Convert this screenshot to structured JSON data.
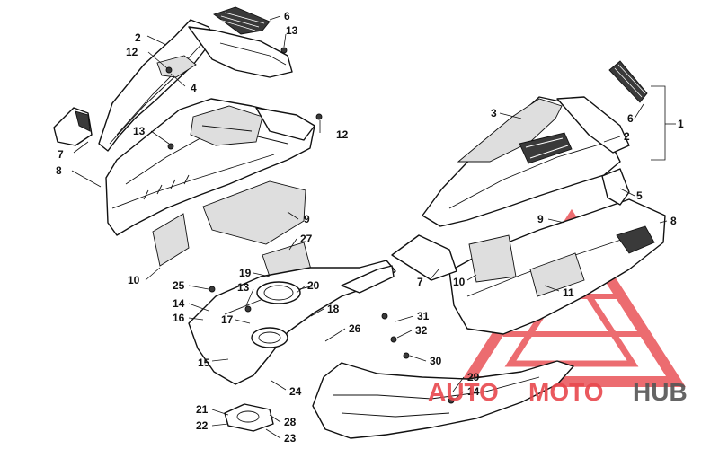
{
  "diagram": {
    "callouts": [
      "1",
      "2",
      "3",
      "4",
      "5",
      "6",
      "7",
      "8",
      "9",
      "10",
      "11",
      "12",
      "13",
      "14",
      "15",
      "16",
      "17",
      "18",
      "19",
      "20",
      "21",
      "22",
      "23",
      "24",
      "25",
      "26",
      "27",
      "28",
      "29",
      "30",
      "31",
      "32"
    ],
    "labels": [
      {
        "id": "l6a",
        "text": "6"
      },
      {
        "id": "l13a",
        "text": "13"
      },
      {
        "id": "l2a",
        "text": "2"
      },
      {
        "id": "l12a",
        "text": "12"
      },
      {
        "id": "l4",
        "text": "4"
      },
      {
        "id": "l13b",
        "text": "13"
      },
      {
        "id": "l12b",
        "text": "12"
      },
      {
        "id": "l7a",
        "text": "7"
      },
      {
        "id": "l8a",
        "text": "8"
      },
      {
        "id": "l9a",
        "text": "9"
      },
      {
        "id": "l27",
        "text": "27"
      },
      {
        "id": "l10a",
        "text": "10"
      },
      {
        "id": "l25",
        "text": "25"
      },
      {
        "id": "l19",
        "text": "19"
      },
      {
        "id": "l13c",
        "text": "13"
      },
      {
        "id": "l20",
        "text": "20"
      },
      {
        "id": "l14a",
        "text": "14"
      },
      {
        "id": "l16",
        "text": "16"
      },
      {
        "id": "l17",
        "text": "17"
      },
      {
        "id": "l18",
        "text": "18"
      },
      {
        "id": "l26",
        "text": "26"
      },
      {
        "id": "l15",
        "text": "15"
      },
      {
        "id": "l24",
        "text": "24"
      },
      {
        "id": "l21",
        "text": "21"
      },
      {
        "id": "l22",
        "text": "22"
      },
      {
        "id": "l28",
        "text": "28"
      },
      {
        "id": "l23",
        "text": "23"
      },
      {
        "id": "l3",
        "text": "3"
      },
      {
        "id": "l6b",
        "text": "6"
      },
      {
        "id": "l1",
        "text": "1"
      },
      {
        "id": "l2b",
        "text": "2"
      },
      {
        "id": "l5",
        "text": "5"
      },
      {
        "id": "l9b",
        "text": "9"
      },
      {
        "id": "l8b",
        "text": "8"
      },
      {
        "id": "l7b",
        "text": "7"
      },
      {
        "id": "l10b",
        "text": "10"
      },
      {
        "id": "l11",
        "text": "11"
      },
      {
        "id": "l31",
        "text": "31"
      },
      {
        "id": "l32",
        "text": "32"
      },
      {
        "id": "l30",
        "text": "30"
      },
      {
        "id": "l29",
        "text": "29"
      },
      {
        "id": "l14b",
        "text": "14"
      }
    ]
  },
  "watermark": {
    "word_auto": "AUTO",
    "word_moto": "MOTO",
    "word_hub": "HUB",
    "colors": {
      "red": "#e8484d",
      "gray": "#555555"
    }
  }
}
